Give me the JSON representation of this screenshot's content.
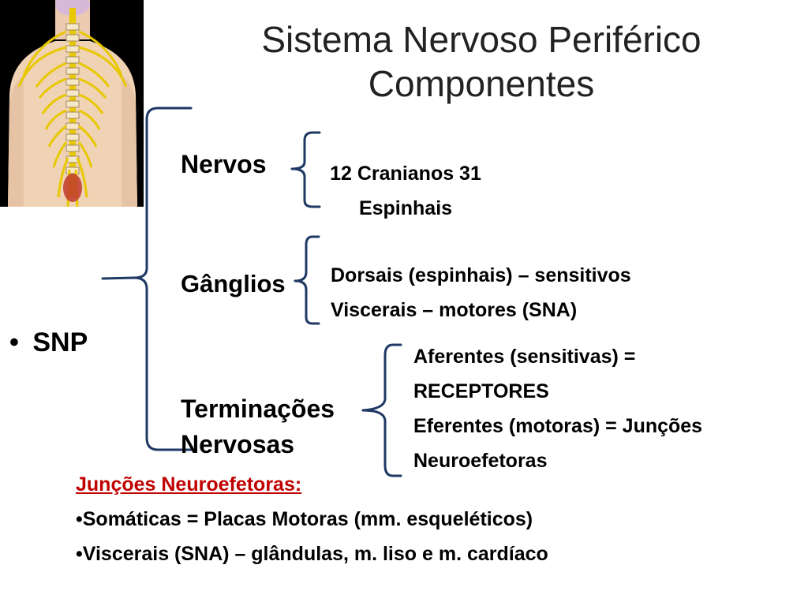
{
  "slide": {
    "title_line1": "Sistema Nervoso Periférico",
    "title_line2": "Componentes",
    "bullet_marker": "•",
    "bullet_label": "SNP",
    "nervos": {
      "label": "Nervos",
      "details_line1": "12 Cranianos 31",
      "details_line2": "Espinhais"
    },
    "ganglios": {
      "label": "Gânglios",
      "details_line1": "Dorsais (espinhais) – sensitivos",
      "details_line2": "Viscerais – motores (SNA)"
    },
    "terminacoes": {
      "label_line1": "Terminações",
      "label_line2": "Nervosas",
      "details_line1": "Aferentes (sensitivas) =",
      "details_line2": "RECEPTORES",
      "details_line3": "Eferentes (motoras) = Junções",
      "details_line4": "Neuroefetoras"
    },
    "juncoes": {
      "heading": "Junções Neuroefetoras:",
      "item1": "•Somáticas = Placas Motoras (mm. esqueléticos)",
      "item2": "•Viscerais (SNA) – glândulas, m. liso e m. cardíaco"
    }
  },
  "colors": {
    "bracket": "#1f3864",
    "heading_red": "#c00000",
    "nerve_yellow": "#e8c800",
    "skin": "#f0d2b4"
  }
}
